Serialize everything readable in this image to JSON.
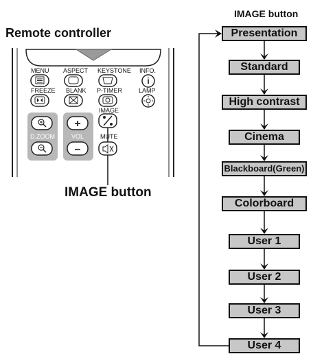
{
  "remote": {
    "title": "Remote controller",
    "callout": "IMAGE button",
    "buttons": [
      {
        "label": "MENU",
        "icon": "menu-icon"
      },
      {
        "label": "ASPECT",
        "icon": "aspect-icon"
      },
      {
        "label": "KEYSTONE",
        "icon": "keystone-icon"
      },
      {
        "label": "INFO.",
        "icon": "info-icon"
      },
      {
        "label": "FREEZE",
        "icon": "freeze-icon"
      },
      {
        "label": "BLANK",
        "icon": "blank-icon"
      },
      {
        "label": "P-TIMER",
        "icon": "timer-icon"
      },
      {
        "label": "LAMP",
        "icon": "lamp-icon"
      },
      {
        "label": "IMAGE",
        "icon": "image-icon"
      },
      {
        "label": "D.ZOOM",
        "icon": "zoom-icon"
      },
      {
        "label": "VOL",
        "icon": "volume-icon"
      },
      {
        "label": "MUTE",
        "icon": "mute-icon"
      }
    ],
    "info_glyph": "i",
    "plus": "+",
    "minus": "–"
  },
  "flow": {
    "title": "IMAGE button",
    "modes": [
      "Presentation",
      "Standard",
      "High contrast",
      "Cinema",
      "Blackboard(Green)",
      "Colorboard",
      "User 1",
      "User 2",
      "User 3",
      "User 4"
    ]
  },
  "colors": {
    "box_fill": "#c7c7c7",
    "remote_gray": "#b8b8b8",
    "button_fill": "#ffffff"
  }
}
